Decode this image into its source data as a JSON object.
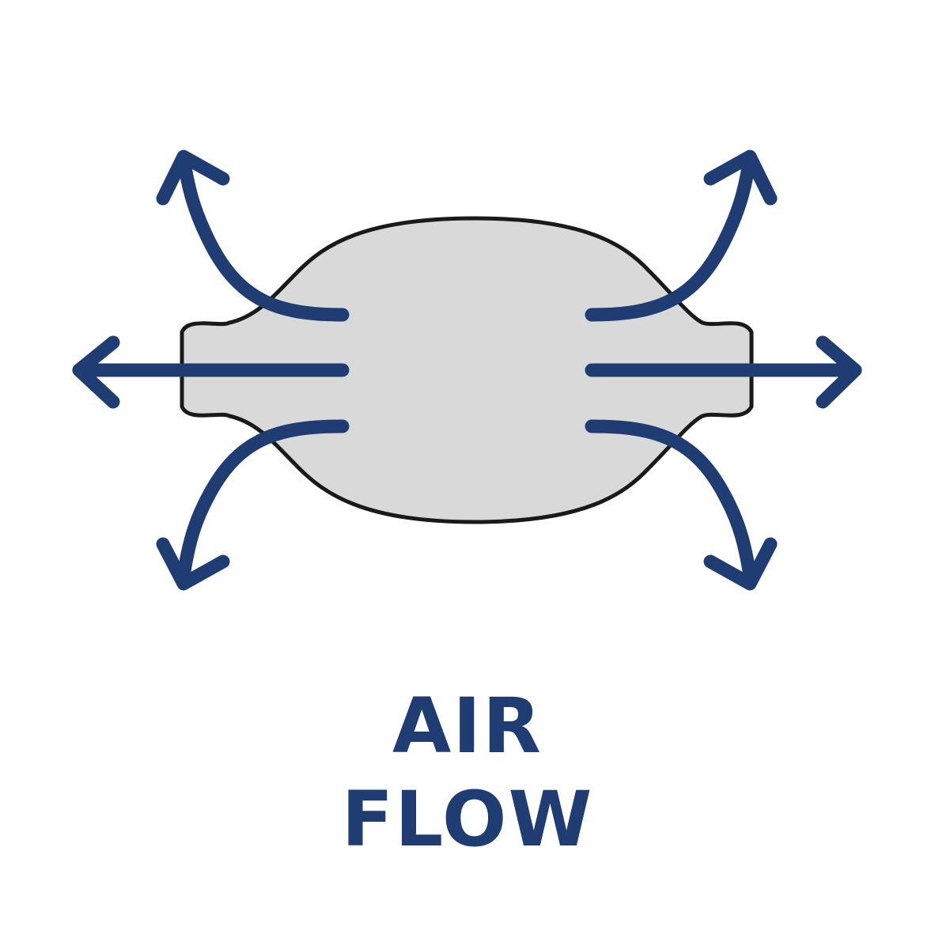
{
  "label": {
    "line1": "AIR",
    "line2": "FLOW"
  },
  "colors": {
    "background": "#ffffff",
    "arrow": "#1f3c73",
    "body_fill": "#d9d9d9",
    "body_stroke": "#1a1a1a",
    "text": "#1f3c73"
  },
  "icons": {
    "body": "cushion-shape",
    "arrows": "airflow-arrows"
  }
}
